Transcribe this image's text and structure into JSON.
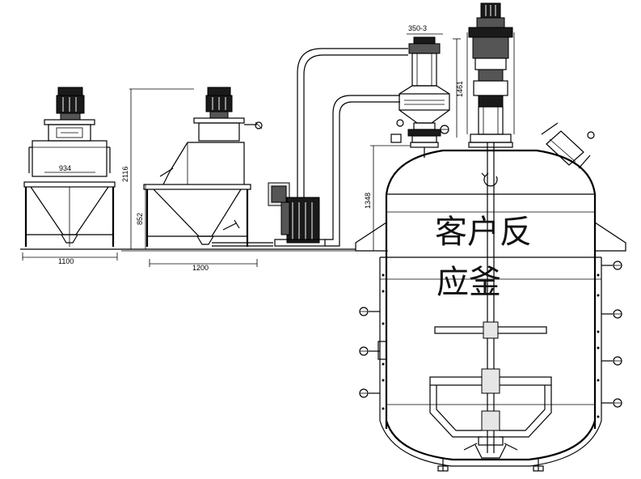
{
  "reactor_label": {
    "line1": "客户反",
    "line2": "应釜"
  },
  "dimensions": {
    "left_width": "1100",
    "left_inner_width": "934",
    "mid_width": "1200",
    "mid_height_total": "2116",
    "mid_height_stand": "852",
    "feeder_model": "350-3",
    "feeder_height": "1461",
    "reactor_nozzle_height": "1348"
  },
  "icons": {
    "motor": "motor-icon",
    "valve": "valve-icon",
    "pump": "vacuum-pump-icon"
  }
}
